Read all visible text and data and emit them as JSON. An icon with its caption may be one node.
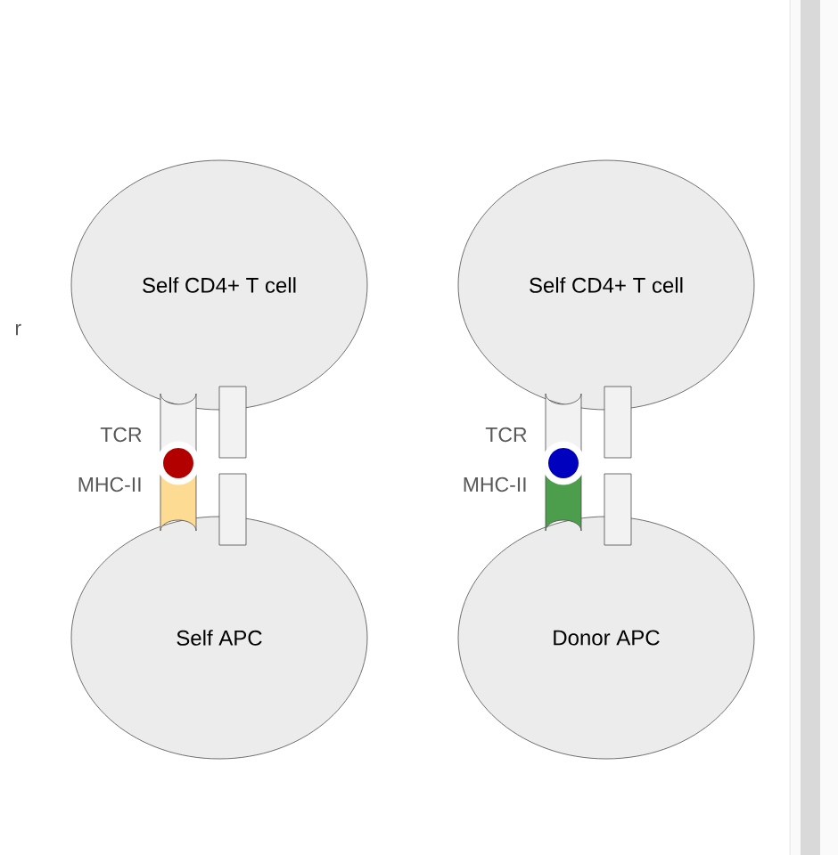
{
  "diagram": {
    "nodes": [
      {
        "text": [
          "Self CD4+ T cell"
        ]
      },
      {
        "text": [
          "Self APC"
        ]
      },
      {
        "text": [
          "Self CD4+ T cell"
        ]
      },
      {
        "text": [
          "Donor APC"
        ]
      }
    ],
    "labels": [
      "r",
      "TCR",
      "MHC-II",
      "TCR",
      "MHC-II"
    ]
  }
}
